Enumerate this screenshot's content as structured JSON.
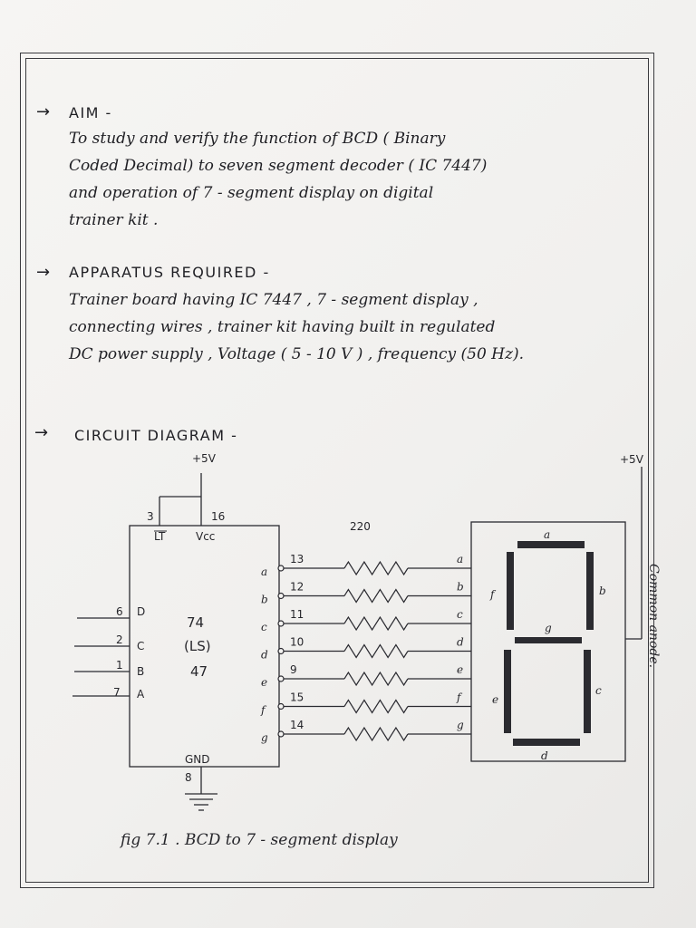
{
  "aim": {
    "heading": "AIM -",
    "lines": [
      "To study and verify the function of BCD ( Binary",
      "Coded Decimal) to seven segment decoder ( IC 7447)",
      "and operation of 7 - segment display on digital",
      "trainer kit ."
    ]
  },
  "apparatus": {
    "heading": "APPARATUS REQUIRED -",
    "lines": [
      "Trainer board having IC 7447 ,   7 - segment display ,",
      "connecting wires ,  trainer kit having built in regulated",
      "DC power supply ,  Voltage ( 5 - 10 V )  ,  frequency (50 Hz)."
    ]
  },
  "circuit": {
    "heading": "CIRCUIT DIAGRAM -",
    "supply_left": "+5V",
    "supply_right": "+5V",
    "resistor_value": "220",
    "ic": {
      "line1": "74",
      "line2": "(LS)",
      "line3": "47",
      "vcc_label": "Vcc",
      "lt_label": "LT",
      "gnd_label": "GND",
      "pin_lt": "3",
      "pin_vcc": "16",
      "pin_gnd": "8"
    },
    "inputs": [
      {
        "pin": "6",
        "label": "D"
      },
      {
        "pin": "2",
        "label": "C"
      },
      {
        "pin": "1",
        "label": "B"
      },
      {
        "pin": "7",
        "label": "A"
      }
    ],
    "outputs": [
      {
        "label": "a",
        "pin": "13",
        "seg": "a"
      },
      {
        "label": "b",
        "pin": "12",
        "seg": "b"
      },
      {
        "label": "c",
        "pin": "11",
        "seg": "c"
      },
      {
        "label": "d",
        "pin": "10",
        "seg": "d"
      },
      {
        "label": "e",
        "pin": "9",
        "seg": "e"
      },
      {
        "label": "f",
        "pin": "15",
        "seg": "f"
      },
      {
        "label": "g",
        "pin": "14",
        "seg": "g"
      }
    ],
    "display_labels": {
      "a": "a",
      "b": "b",
      "c": "c",
      "d": "d",
      "e": "e",
      "f": "f",
      "g": "g"
    },
    "common_anode": "Common anode.",
    "caption": "fig 7.1 .  BCD  to  7 - segment display"
  }
}
